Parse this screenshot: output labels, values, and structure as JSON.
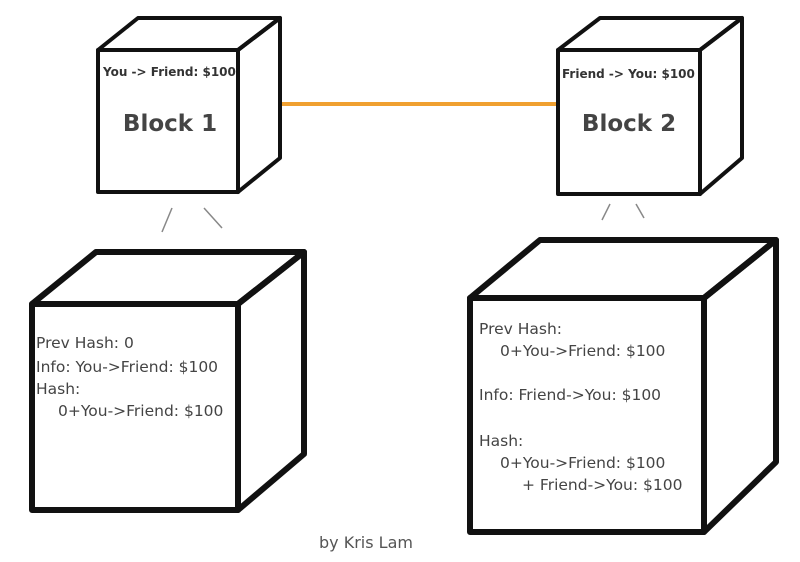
{
  "diagram": {
    "colors": {
      "link": "#f0a030",
      "stroke": "#111111",
      "text": "#444444"
    },
    "blocks": [
      {
        "transaction": "You -> Friend: $100",
        "title": "Block 1"
      },
      {
        "transaction": "Friend -> You: $100",
        "title": "Block 2"
      }
    ],
    "details": [
      {
        "lines": [
          "Prev Hash: 0",
          "Info: You->Friend: $100",
          "Hash:",
          "0+You->Friend: $100"
        ]
      },
      {
        "lines": [
          "Prev Hash:",
          "0+You->Friend: $100",
          "Info: Friend->You: $100",
          "Hash:",
          "0+You->Friend: $100",
          "+ Friend->You: $100"
        ]
      }
    ],
    "credit": "by Kris Lam"
  }
}
